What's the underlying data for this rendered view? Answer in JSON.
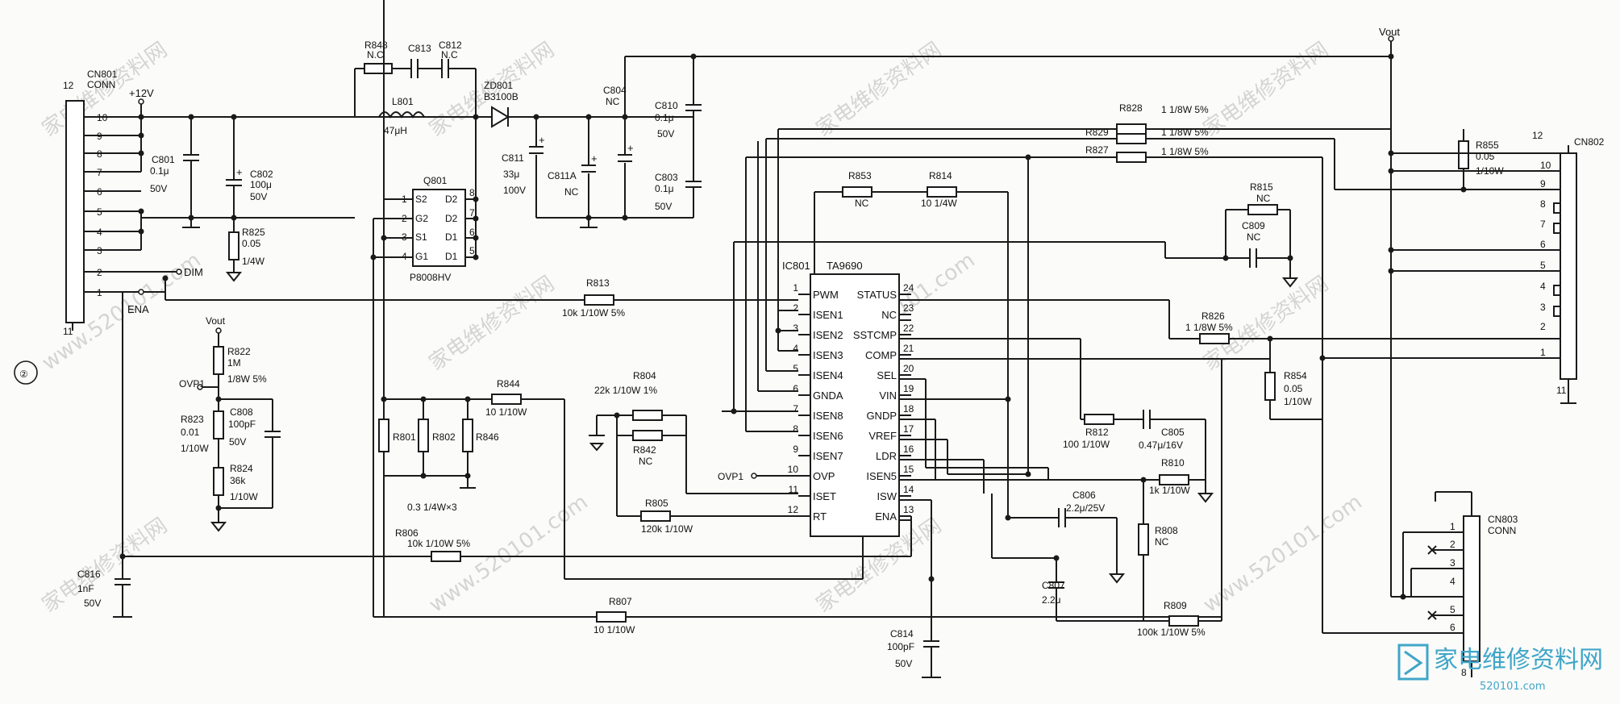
{
  "watermarks": {
    "cn": "家电维修资料网",
    "url": "www.520101.com"
  },
  "circle_number": "②",
  "brand": {
    "name": "家电维修资料网",
    "url": "520101.com"
  },
  "nets": {
    "plus12v": "+12V",
    "vout_top": "Vout",
    "vout_left": "Vout",
    "dim": "DIM",
    "ena": "ENA",
    "ovp1_left": "OVP1",
    "ovp1_ic": "OVP1"
  },
  "connectors": {
    "cn801": {
      "ref": "CN801",
      "type": "CONN",
      "top": "12",
      "bottom": "11",
      "pins": [
        "10",
        "9",
        "8",
        "7",
        "6",
        "5",
        "4",
        "3",
        "2",
        "1"
      ]
    },
    "cn802": {
      "ref": "CN802",
      "top": "12",
      "bottom": "11",
      "pins": [
        "10",
        "9",
        "8",
        "7",
        "6",
        "5",
        "4",
        "3",
        "2",
        "1"
      ]
    },
    "cn803": {
      "ref": "CN803",
      "type": "CONN",
      "bottom": "8",
      "pins": [
        "1",
        "2",
        "3",
        "4",
        "5",
        "6"
      ]
    }
  },
  "ic": {
    "ref": "IC801",
    "part": "TA9690",
    "left_pins": [
      {
        "n": "1",
        "name": "PWM"
      },
      {
        "n": "2",
        "name": "ISEN1"
      },
      {
        "n": "3",
        "name": "ISEN2"
      },
      {
        "n": "4",
        "name": "ISEN3"
      },
      {
        "n": "5",
        "name": "ISEN4"
      },
      {
        "n": "6",
        "name": "GNDA"
      },
      {
        "n": "7",
        "name": "ISEN8"
      },
      {
        "n": "8",
        "name": "ISEN6"
      },
      {
        "n": "9",
        "name": "ISEN7"
      },
      {
        "n": "10",
        "name": "OVP"
      },
      {
        "n": "11",
        "name": "ISET"
      },
      {
        "n": "12",
        "name": "RT"
      }
    ],
    "right_pins": [
      {
        "n": "24",
        "name": "STATUS"
      },
      {
        "n": "23",
        "name": "NC"
      },
      {
        "n": "22",
        "name": "SSTCMP"
      },
      {
        "n": "21",
        "name": "COMP"
      },
      {
        "n": "20",
        "name": "SEL"
      },
      {
        "n": "19",
        "name": "VIN"
      },
      {
        "n": "18",
        "name": "GNDP"
      },
      {
        "n": "17",
        "name": "VREF"
      },
      {
        "n": "16",
        "name": "LDR"
      },
      {
        "n": "15",
        "name": "ISEN5"
      },
      {
        "n": "14",
        "name": "ISW"
      },
      {
        "n": "13",
        "name": "ENA"
      }
    ]
  },
  "mosfet": {
    "ref": "Q801",
    "part": "P8008HV",
    "left_pins": [
      {
        "n": "1",
        "name": "S2"
      },
      {
        "n": "2",
        "name": "G2"
      },
      {
        "n": "3",
        "name": "S1"
      },
      {
        "n": "4",
        "name": "G1"
      }
    ],
    "right_pins": [
      {
        "n": "8",
        "name": "D2"
      },
      {
        "n": "7",
        "name": "D2"
      },
      {
        "n": "6",
        "name": "D1"
      },
      {
        "n": "5",
        "name": "D1"
      }
    ]
  },
  "components": {
    "r848": {
      "ref": "R848",
      "val": "N.C"
    },
    "c813": {
      "ref": "C813"
    },
    "c812": {
      "ref": "C812",
      "val": "N.C"
    },
    "zd801": {
      "ref": "ZD801",
      "val": "B3100B"
    },
    "l801": {
      "ref": "L801",
      "val": "47μH"
    },
    "c804": {
      "ref": "C804",
      "val": "NC"
    },
    "c810": {
      "ref": "C810",
      "val1": "0.1μ",
      "val2": "50V"
    },
    "c803": {
      "ref": "C803",
      "val1": "0.1μ",
      "val2": "50V"
    },
    "c811": {
      "ref": "C811",
      "val1": "33μ",
      "val2": "100V"
    },
    "c811a": {
      "ref": "C811A",
      "val": "NC"
    },
    "c801": {
      "ref": "C801",
      "val1": "0.1μ",
      "val2": "50V"
    },
    "c802": {
      "ref": "C802",
      "val1": "100μ",
      "val2": "50V"
    },
    "r825": {
      "ref": "R825",
      "val1": "0.05",
      "val2": "1/4W"
    },
    "r853": {
      "ref": "R853",
      "val": "NC"
    },
    "r814": {
      "ref": "R814",
      "val": "10 1/4W"
    },
    "r828": {
      "ref": "R828",
      "val": "1 1/8W 5%"
    },
    "r829": {
      "ref": "R829",
      "val": "1 1/8W 5%"
    },
    "r827": {
      "ref": "R827",
      "val": "1 1/8W 5%"
    },
    "r855": {
      "ref": "R855",
      "val1": "0.05",
      "val2": "1/10W"
    },
    "r815": {
      "ref": "R815",
      "val": "NC"
    },
    "c809": {
      "ref": "C809",
      "val": "NC"
    },
    "r813": {
      "ref": "R813",
      "val": "10k 1/10W 5%"
    },
    "r826": {
      "ref": "R826",
      "val": "1 1/8W 5%"
    },
    "r854": {
      "ref": "R854",
      "val1": "0.05",
      "val2": "1/10W"
    },
    "r822": {
      "ref": "R822",
      "val1": "1M",
      "val2": "1/8W 5%"
    },
    "r823": {
      "ref": "R823",
      "val1": "0.01",
      "val2": "1/10W"
    },
    "c808": {
      "ref": "C808",
      "val1": "100pF",
      "val2": "50V"
    },
    "r824": {
      "ref": "R824",
      "val1": "36k",
      "val2": "1/10W"
    },
    "r844": {
      "ref": "R844",
      "val": "10 1/10W"
    },
    "r801": {
      "ref": "R801"
    },
    "r802": {
      "ref": "R802"
    },
    "r846": {
      "ref": "R846"
    },
    "r_sense_note": "0.3 1/4W×3",
    "r804": {
      "ref": "R804",
      "val": "22k 1/10W 1%"
    },
    "r842": {
      "ref": "R842",
      "val": "NC"
    },
    "r805": {
      "ref": "R805",
      "val": "120k 1/10W"
    },
    "r806": {
      "ref": "R806",
      "val": "10k 1/10W 5%"
    },
    "c816": {
      "ref": "C816",
      "val1": "1nF",
      "val2": "50V"
    },
    "r807": {
      "ref": "R807",
      "val": "10 1/10W"
    },
    "c814": {
      "ref": "C814",
      "val1": "100pF",
      "val2": "50V"
    },
    "r812": {
      "ref": "R812",
      "val": "100 1/10W"
    },
    "c805": {
      "ref": "C805",
      "val": "0.47μ/16V"
    },
    "r810": {
      "ref": "R810",
      "val": "1k 1/10W"
    },
    "c806": {
      "ref": "C806",
      "val": "2.2μ/25V"
    },
    "r808": {
      "ref": "R808",
      "val": "NC"
    },
    "c807": {
      "ref": "C807",
      "val": "2.2μ"
    },
    "r809": {
      "ref": "R809",
      "val": "100k 1/10W 5%"
    }
  }
}
